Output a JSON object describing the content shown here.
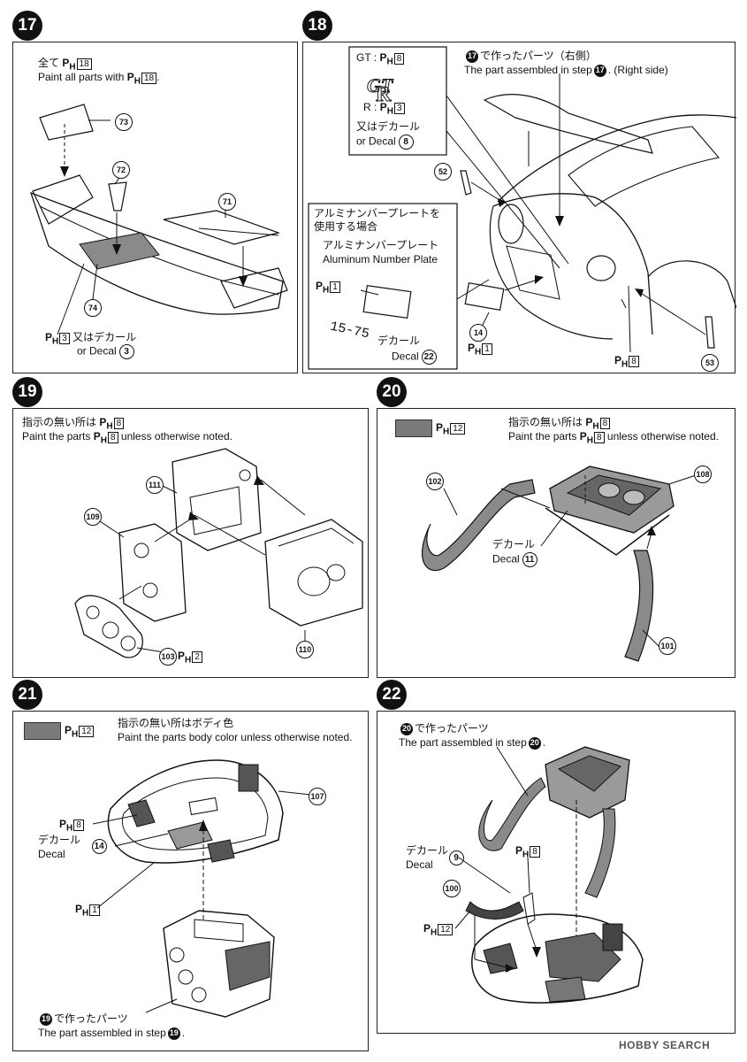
{
  "steps": {
    "s17": {
      "num": "17",
      "line1": "全て",
      "line2": "Paint all parts with",
      "ph_code": "18",
      "parts": [
        "73",
        "72",
        "71",
        "74"
      ],
      "decal_jp": "又はデカール",
      "decal_en": "or   Decal",
      "decal_num": "3",
      "ph_decal": "3"
    },
    "s18": {
      "num": "18",
      "gt_label": "GT :",
      "gt_code": "8",
      "r_label": "R :",
      "r_code": "3",
      "decal_jp": "又はデカール",
      "decal_en": "or   Decal",
      "decal_num": "8",
      "from_step_jp": "で作ったパーツ（右側）",
      "from_step_en": "The part assembled in step",
      "from_step_en_tail": ". (Right side)",
      "from_step": "17",
      "plate_title_jp1": "アルミナンバープレートを",
      "plate_title_jp2": "使用する場合",
      "plate_label_jp": "アルミナンバープレート",
      "plate_label_en": "Aluminum Number Plate",
      "plate_ph": "1",
      "plate_number": "15-75",
      "plate_decal_jp": "デカール",
      "plate_decal_en": "Decal",
      "plate_decal_num": "22",
      "parts": [
        "52",
        "14",
        "53"
      ],
      "ph_14": "1",
      "ph_53": "8"
    },
    "s19": {
      "num": "19",
      "note_jp": "指示の無い所は",
      "note_en": "Paint the parts",
      "note_en_tail": "unless otherwise noted.",
      "ph_code": "8",
      "parts": [
        "111",
        "109",
        "110",
        "103"
      ],
      "ph_103": "2"
    },
    "s20": {
      "num": "20",
      "swatch_ph": "12",
      "note_jp": "指示の無い所は",
      "note_en": "Paint the parts",
      "note_en_tail": "unless otherwise noted.",
      "ph_code": "8",
      "parts": [
        "102",
        "108",
        "101"
      ],
      "decal_jp": "デカール",
      "decal_en": "Decal",
      "decal_num": "11"
    },
    "s21": {
      "num": "21",
      "swatch_ph": "12",
      "note_jp": "指示の無い所はボディ色",
      "note_en": "Paint the parts body color unless otherwise noted.",
      "parts": [
        "107"
      ],
      "ph_8": "8",
      "decal_jp": "デカール",
      "decal_en": "Decal",
      "decal_num": "14",
      "ph_1": "1",
      "from_step_jp": "で作ったパーツ",
      "from_step_en": "The part assembled in step",
      "from_step": "19"
    },
    "s22": {
      "num": "22",
      "from_step_jp": "で作ったパーツ",
      "from_step_en": "The part assembled in step",
      "from_step": "20",
      "decal_jp": "デカール",
      "decal_en": "Decal",
      "decal_num": "9",
      "ph_8": "8",
      "parts": [
        "100"
      ],
      "ph_12": "12"
    }
  },
  "footer": {
    "watermark": "HOBBY SEARCH"
  },
  "colors": {
    "swatch": "#7a7a7a",
    "ink": "#111111"
  }
}
